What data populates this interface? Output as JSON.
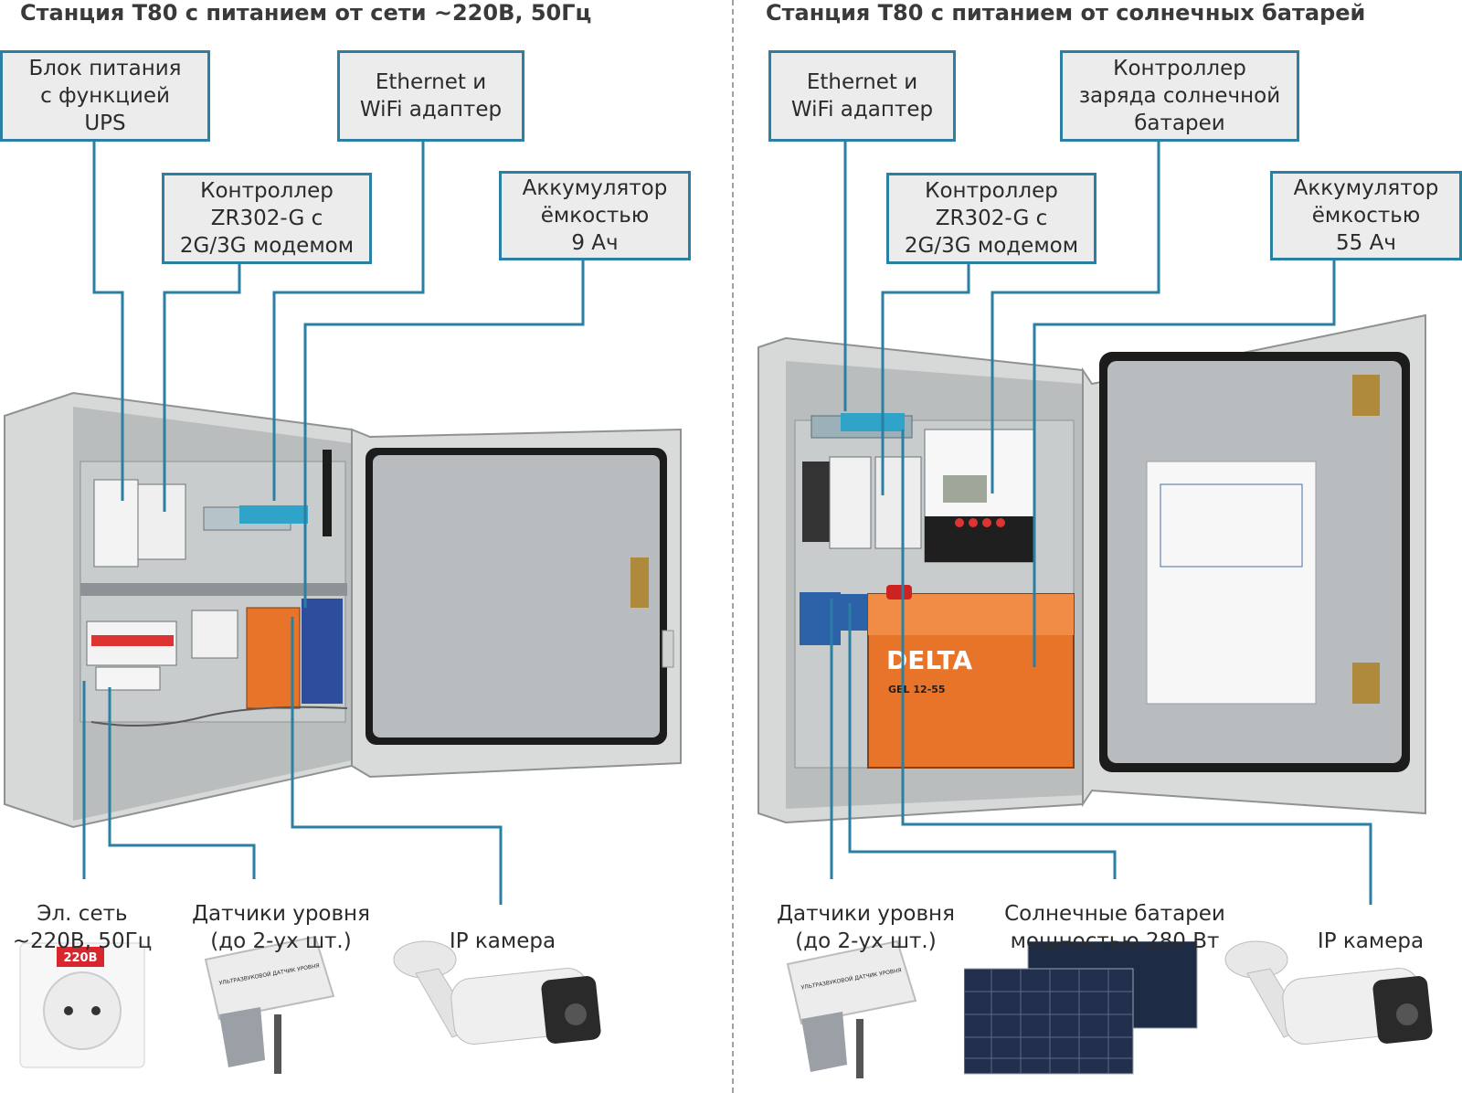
{
  "left": {
    "title": "Станция Т80 с питанием от сети ~220В, 50Гц",
    "callouts": {
      "ups": "Блок питания\nс функцией\nUPS",
      "ethernet": "Ethernet и\nWiFi адаптер",
      "controller": "Контроллер\nZR302-G с\n2G/3G модемом",
      "battery": "Аккумулятор\nёмкостью\n9 Ач"
    },
    "bottom": {
      "mains": "Эл. сеть\n~220В, 50Гц",
      "sensors": "Датчики уровня\n(до 2-ух шт.)",
      "camera": "IP камера"
    },
    "socket_badge": "220B",
    "sensor_box_text": "УЛЬТРАЗВУКОВОЙ ДАТЧИК УРОВНЯ"
  },
  "right": {
    "title": "Станция Т80 с питанием от солнечных батарей",
    "callouts": {
      "ethernet": "Ethernet и\nWiFi адаптер",
      "solar_controller": "Контроллер\nзаряда солнечной\nбатареи",
      "controller": "Контроллер\nZR302-G с\n2G/3G модемом",
      "battery": "Аккумулятор\nёмкостью\n55 Ач"
    },
    "bottom": {
      "sensors": "Датчики уровня\n(до 2-ух шт.)",
      "solar": "Солнечные батареи\nмощностью 280 Вт",
      "camera": "IP камера"
    },
    "battery_brand": "DELTA",
    "battery_model": "GEL 12-55",
    "sensor_box_text": "УЛЬТРАЗВУКОВОЙ ДАТЧИК УРОВНЯ"
  },
  "colors": {
    "connector": "#2a7fa3",
    "callout_fill": "#ececec",
    "battery_orange": "#e8742a",
    "socket_badge": "#d9262c"
  }
}
